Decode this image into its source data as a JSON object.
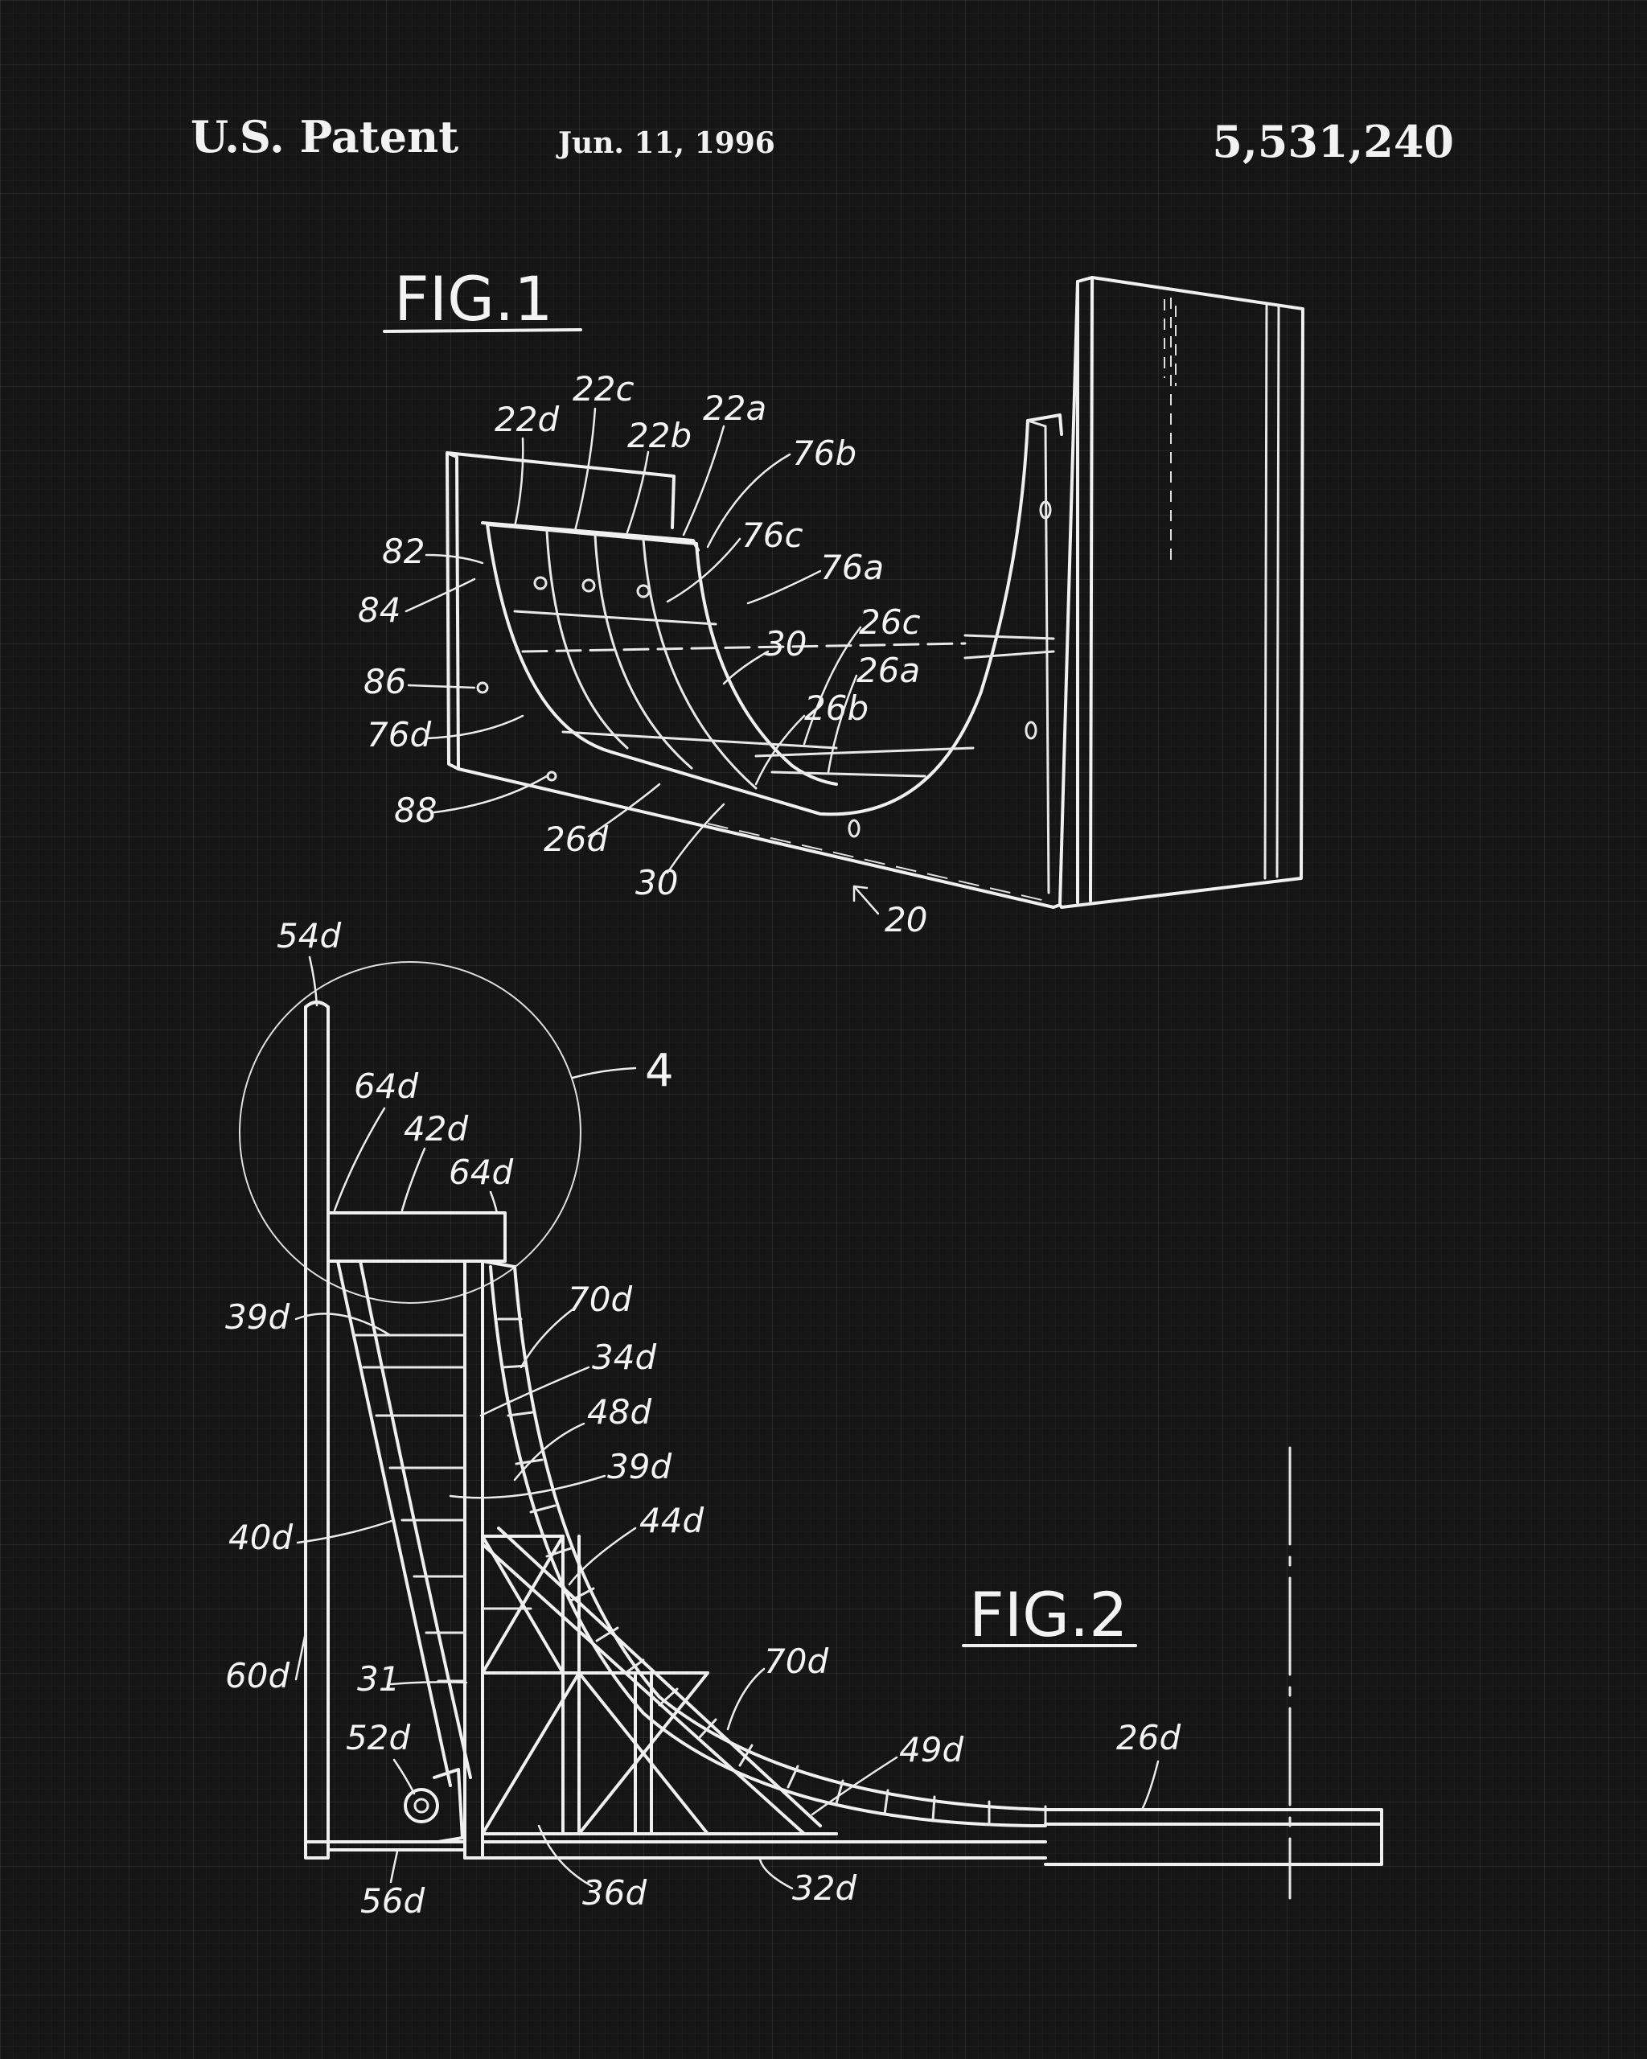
{
  "header": {
    "office": "U.S. Patent",
    "date": "Jun. 11, 1996",
    "patent_number": "5,531,240"
  },
  "figure1": {
    "title": "FIG.1",
    "labels": [
      "22c",
      "22a",
      "22d",
      "22b",
      "76b",
      "82",
      "76c",
      "76a",
      "84",
      "26c",
      "30",
      "86",
      "26a",
      "26b",
      "76d",
      "88",
      "26d",
      "30",
      "20"
    ]
  },
  "figure2": {
    "title": "FIG.2",
    "detail_ref": "4",
    "labels": [
      "54d",
      "64d",
      "42d",
      "64d",
      "70d",
      "39d",
      "34d",
      "48d",
      "39d",
      "44d",
      "40d",
      "60d",
      "31",
      "70d",
      "49d",
      "26d",
      "52d",
      "56d",
      "36d",
      "32d"
    ]
  },
  "colors": {
    "background": "#151515",
    "ink": "#f0f0f0",
    "grid": "#2a2a2a"
  }
}
